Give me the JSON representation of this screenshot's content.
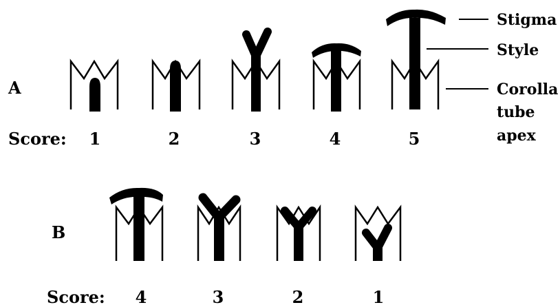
{
  "panels": [
    {
      "id": "A",
      "label": "A",
      "score_label": "Score:",
      "flowers": [
        {
          "score": "1",
          "stage": "style-below-apex"
        },
        {
          "score": "2",
          "stage": "style-at-apex"
        },
        {
          "score": "3",
          "stage": "stigma-lobes-spreading"
        },
        {
          "score": "4",
          "stage": "stigma-above-tube"
        },
        {
          "score": "5",
          "stage": "stigma-fully-exserted"
        }
      ]
    },
    {
      "id": "B",
      "label": "B",
      "score_label": "Score:",
      "flowers": [
        {
          "score": "4",
          "stage": "stigma-above-tube"
        },
        {
          "score": "3",
          "stage": "stigma-lobes-spreading"
        },
        {
          "score": "2",
          "stage": "stigma-lobes-low"
        },
        {
          "score": "1",
          "stage": "style-retracted"
        }
      ]
    }
  ],
  "callouts": [
    {
      "id": "stigma",
      "lines": [
        "Stigma"
      ]
    },
    {
      "id": "style",
      "lines": [
        "Style"
      ]
    },
    {
      "id": "corolla",
      "lines": [
        "Corolla",
        "tube",
        "apex"
      ]
    }
  ]
}
